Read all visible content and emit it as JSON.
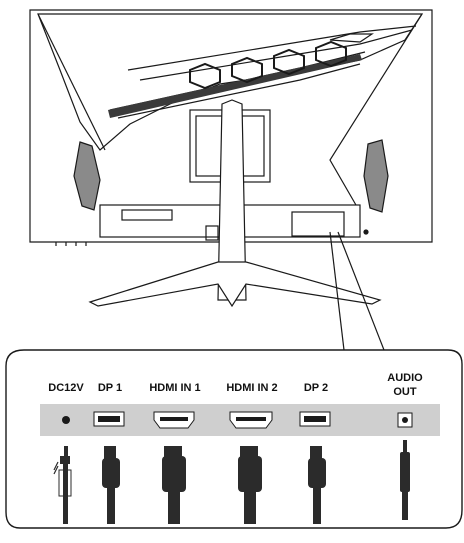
{
  "ports": [
    {
      "id": "dc12v",
      "label": "DC12V",
      "cable": "barrel"
    },
    {
      "id": "dp1",
      "label": "DP 1",
      "cable": "dp"
    },
    {
      "id": "hdmi1",
      "label": "HDMI IN 1",
      "cable": "hdmi"
    },
    {
      "id": "hdmi2",
      "label": "HDMI IN 2",
      "cable": "hdmi"
    },
    {
      "id": "dp2",
      "label": "DP 2",
      "cable": "dp"
    },
    {
      "id": "audio",
      "label_line1": "AUDIO",
      "label_line2": "OUT",
      "cable": "audio"
    }
  ],
  "colors": {
    "line": "#1a1a1a",
    "panel_strip": "#cfcfcf",
    "cable": "#2b2b2b",
    "grille": "#3a3a3a"
  }
}
